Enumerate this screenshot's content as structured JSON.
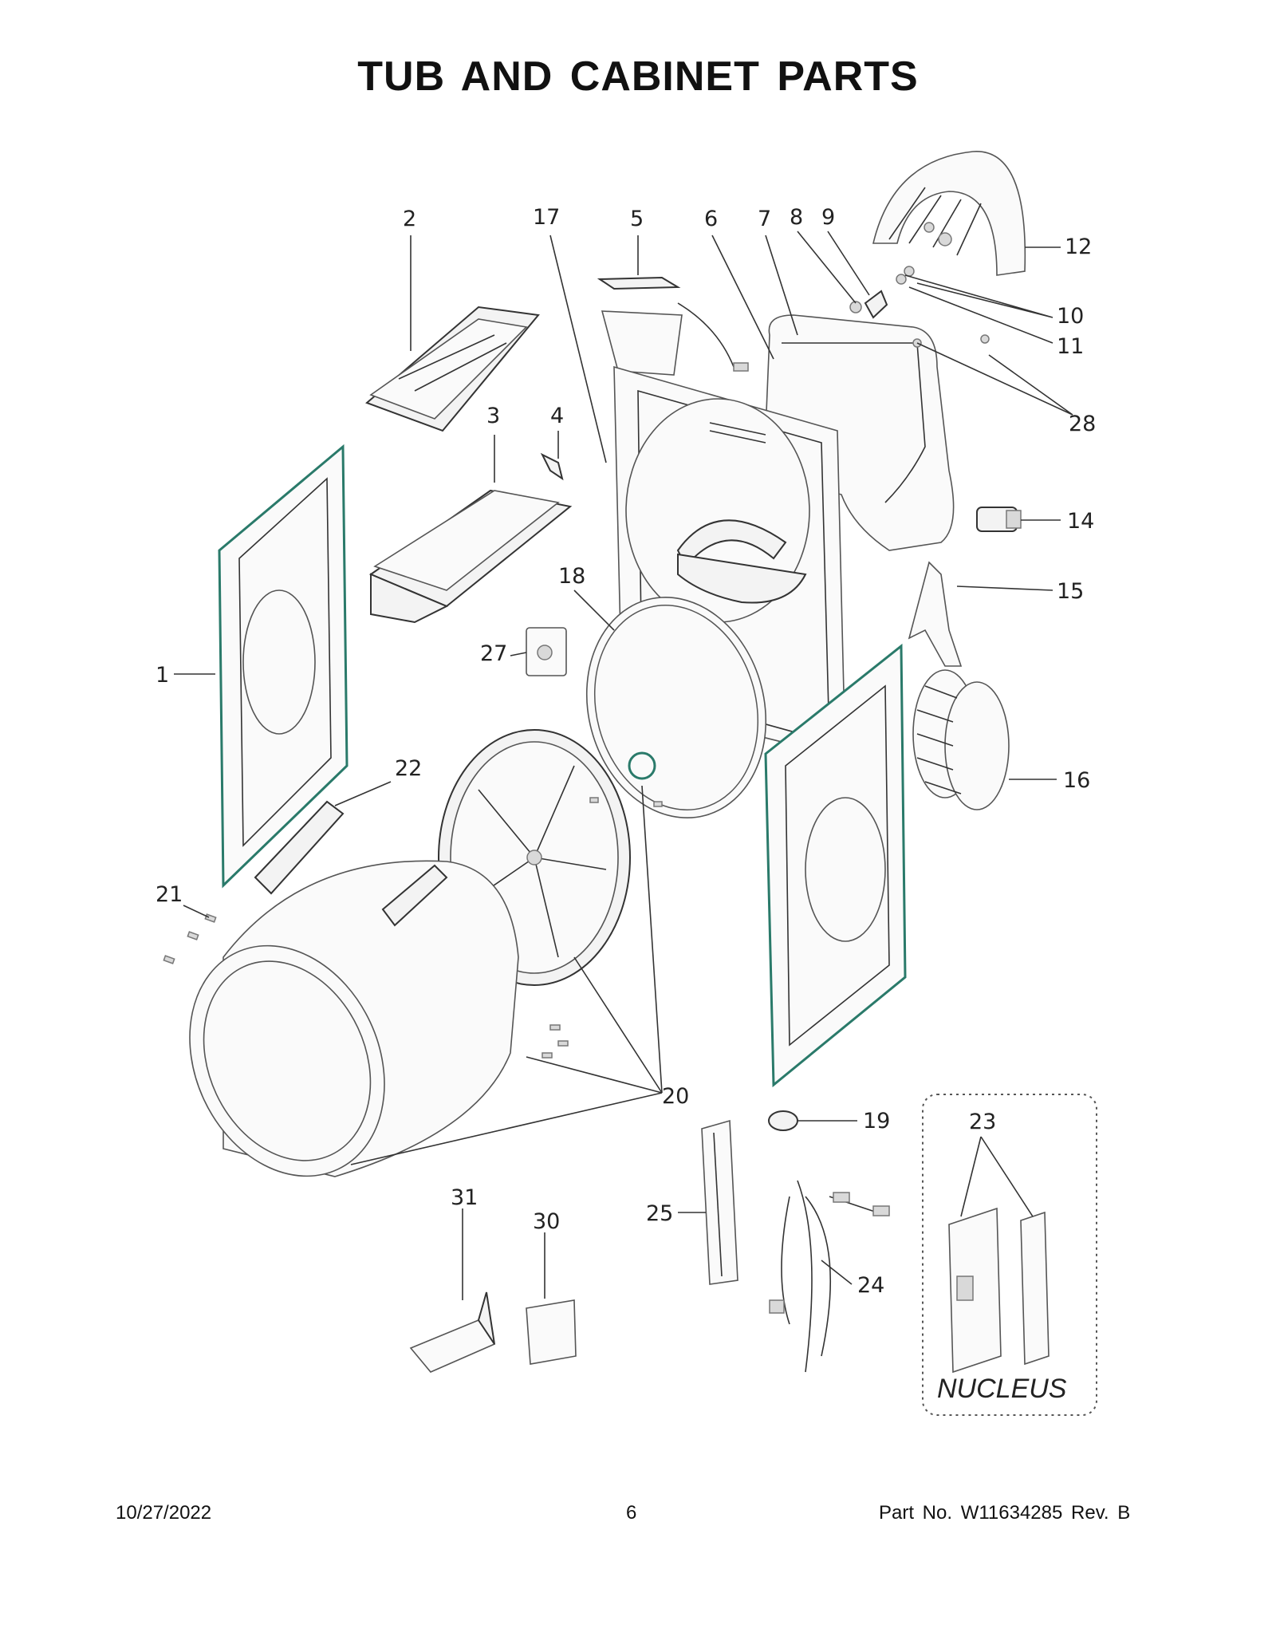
{
  "title": "TUB AND CABINET PARTS",
  "callouts": [
    "1",
    "2",
    "3",
    "4",
    "5",
    "6",
    "7",
    "8",
    "9",
    "10",
    "11",
    "12",
    "14",
    "15",
    "16",
    "17",
    "18",
    "19",
    "20",
    "21",
    "22",
    "23",
    "24",
    "25",
    "27",
    "28",
    "30",
    "31"
  ],
  "nucleus_label": "NUCLEUS",
  "footer": {
    "date": "10/27/2022",
    "page": "6",
    "part_no": "Part No.  W11634285   Rev.  B"
  },
  "colors": {
    "accent": "#2a7a6a",
    "line": "#333333"
  }
}
